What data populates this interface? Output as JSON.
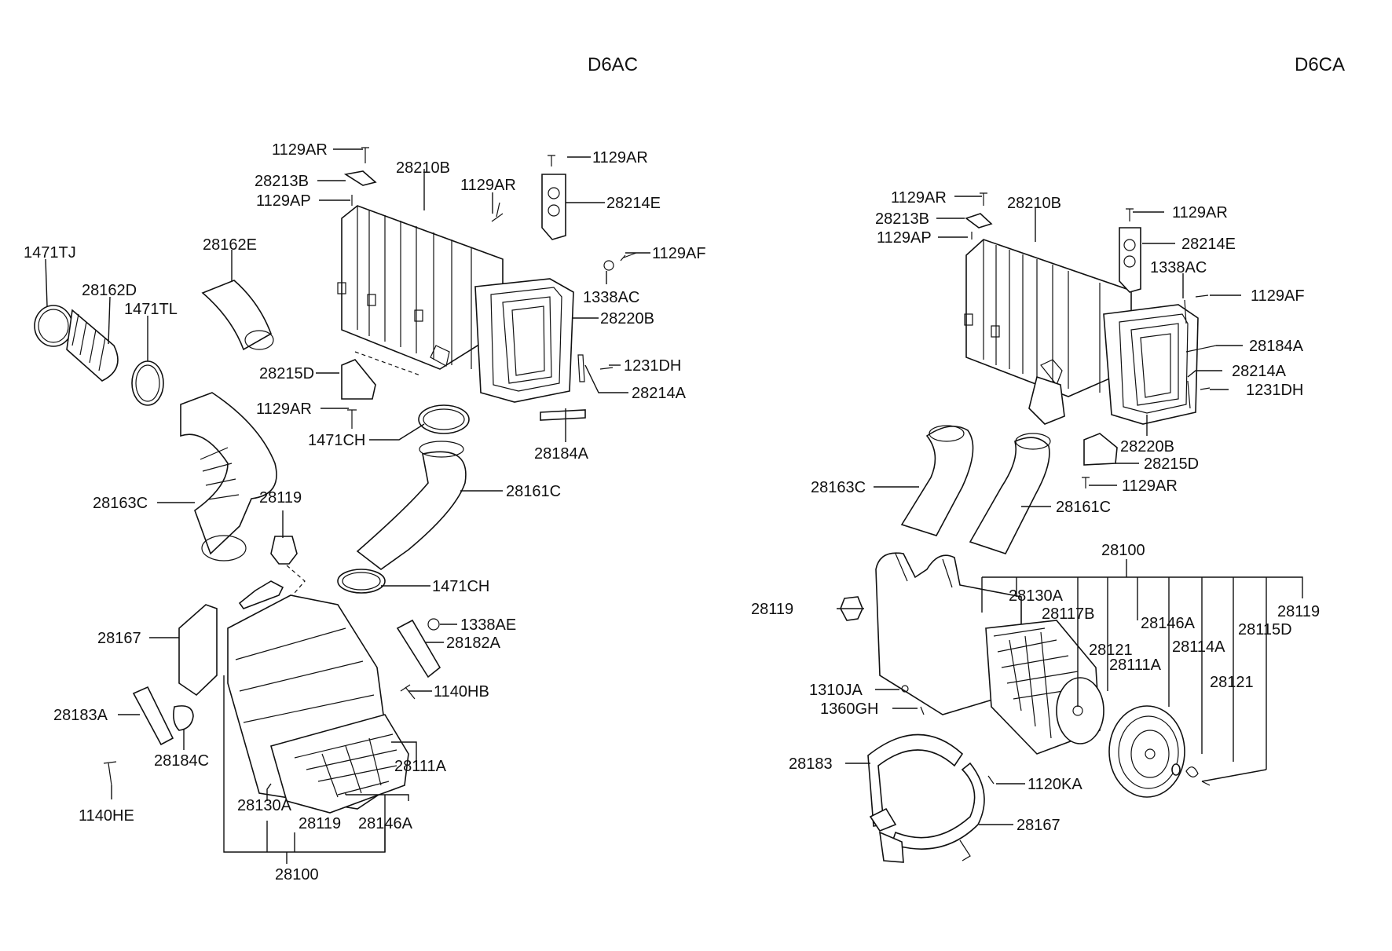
{
  "titles": {
    "left": "D6AC",
    "right": "D6CA"
  },
  "labels": {
    "l_1129AR_a": "1129AR",
    "l_28213B": "28213B",
    "l_1129AP": "1129AP",
    "l_28210B": "28210B",
    "l_1129AR_b": "1129AR",
    "l_1129AR_c": "1129AR",
    "l_28214E": "28214E",
    "l_1129AF": "1129AF",
    "l_1338AC": "1338AC",
    "l_28220B": "28220B",
    "l_1471TJ": "1471TJ",
    "l_28162E": "28162E",
    "l_28162D": "28162D",
    "l_1471TL": "1471TL",
    "l_28215D": "28215D",
    "l_1231DH": "1231DH",
    "l_28214A": "28214A",
    "l_1129AR_d": "1129AR",
    "l_1471CH_a": "1471CH",
    "l_28184A": "28184A",
    "l_28163C": "28163C",
    "l_28119_a": "28119",
    "l_28161C": "28161C",
    "l_1471CH_b": "1471CH",
    "l_28167": "28167",
    "l_1338AE": "1338AE",
    "l_28182A": "28182A",
    "l_1140HB": "1140HB",
    "l_28183A": "28183A",
    "l_28184C": "28184C",
    "l_28111A": "28111A",
    "l_1140HE": "1140HE",
    "l_28130A": "28130A",
    "l_28119_b": "28119",
    "l_28146A": "28146A",
    "l_28100": "28100",
    "r_1129AR_a": "1129AR",
    "r_28213B": "28213B",
    "r_1129AP": "1129AP",
    "r_28210B": "28210B",
    "r_1129AR_b": "1129AR",
    "r_28214E": "28214E",
    "r_1338AC": "1338AC",
    "r_1129AF": "1129AF",
    "r_28184A": "28184A",
    "r_28214A": "28214A",
    "r_1231DH": "1231DH",
    "r_28220B": "28220B",
    "r_28215D": "28215D",
    "r_1129AR_c": "1129AR",
    "r_28163C": "28163C",
    "r_28161C": "28161C",
    "r_28100": "28100",
    "r_28130A": "28130A",
    "r_28117B": "28117B",
    "r_28146A": "28146A",
    "r_28119_a": "28119",
    "r_28119_b": "28119",
    "r_28121_a": "28121",
    "r_28114A": "28114A",
    "r_28115D": "28115D",
    "r_28111A": "28111A",
    "r_1310JA": "1310JA",
    "r_28121_b": "28121",
    "r_1360GH": "1360GH",
    "r_28183": "28183",
    "r_1120KA": "1120KA",
    "r_28167": "28167"
  }
}
